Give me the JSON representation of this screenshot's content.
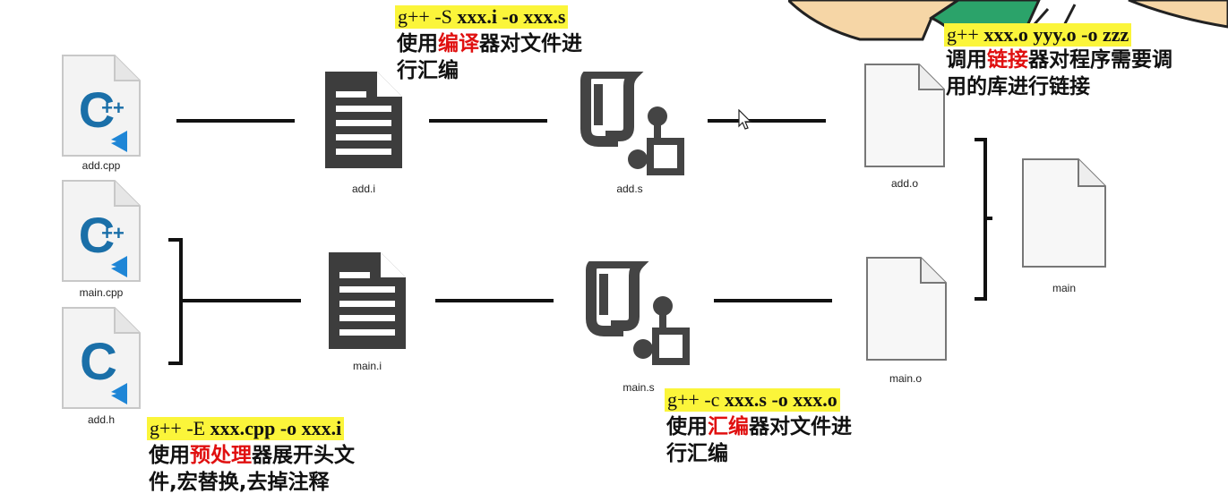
{
  "files": {
    "add_cpp": "add.cpp",
    "main_cpp": "main.cpp",
    "add_h": "add.h",
    "add_i": "add.i",
    "main_i": "main.i",
    "add_s": "add.s",
    "main_s": "main.s",
    "add_o": "add.o",
    "main_o": "main.o",
    "main": "main"
  },
  "icons": {
    "cpp_letter": "C",
    "cpp_plus": "++",
    "c_letter": "C"
  },
  "steps": {
    "preprocess": {
      "cmd_prefix": "g++ -E ",
      "cmd_rest": "xxx.cpp -o xxx.i",
      "desc_before": "使用",
      "desc_highlight": "预处理",
      "desc_after": "器展开头文",
      "desc_line2": "件,宏替换,去掉注释"
    },
    "compile": {
      "cmd_prefix": "g++ -S ",
      "cmd_rest": "xxx.i -o xxx.s",
      "desc_before": "使用",
      "desc_highlight": "编译",
      "desc_after": "器对文件进",
      "desc_line2": "行汇编"
    },
    "assemble": {
      "cmd_prefix": "g++ -c ",
      "cmd_rest": "xxx.s -o xxx.o",
      "desc_before": "使用",
      "desc_highlight": "汇编",
      "desc_after": "器对文件进",
      "desc_line2": "行汇编"
    },
    "link": {
      "cmd_prefix": "g++ ",
      "cmd_rest": "xxx.o yyy.o -o zzz",
      "desc_before": "调用",
      "desc_highlight": "链接",
      "desc_after": "器对程序需要调",
      "desc_line2": "用的库进行链接"
    }
  },
  "colors": {
    "highlight_bg": "#fbf53a",
    "keyword_red": "#e01010",
    "vscode_blue": "#1f86d6",
    "cpp_blue": "#1a6fa8",
    "icon_dark": "#3a3a3a"
  }
}
